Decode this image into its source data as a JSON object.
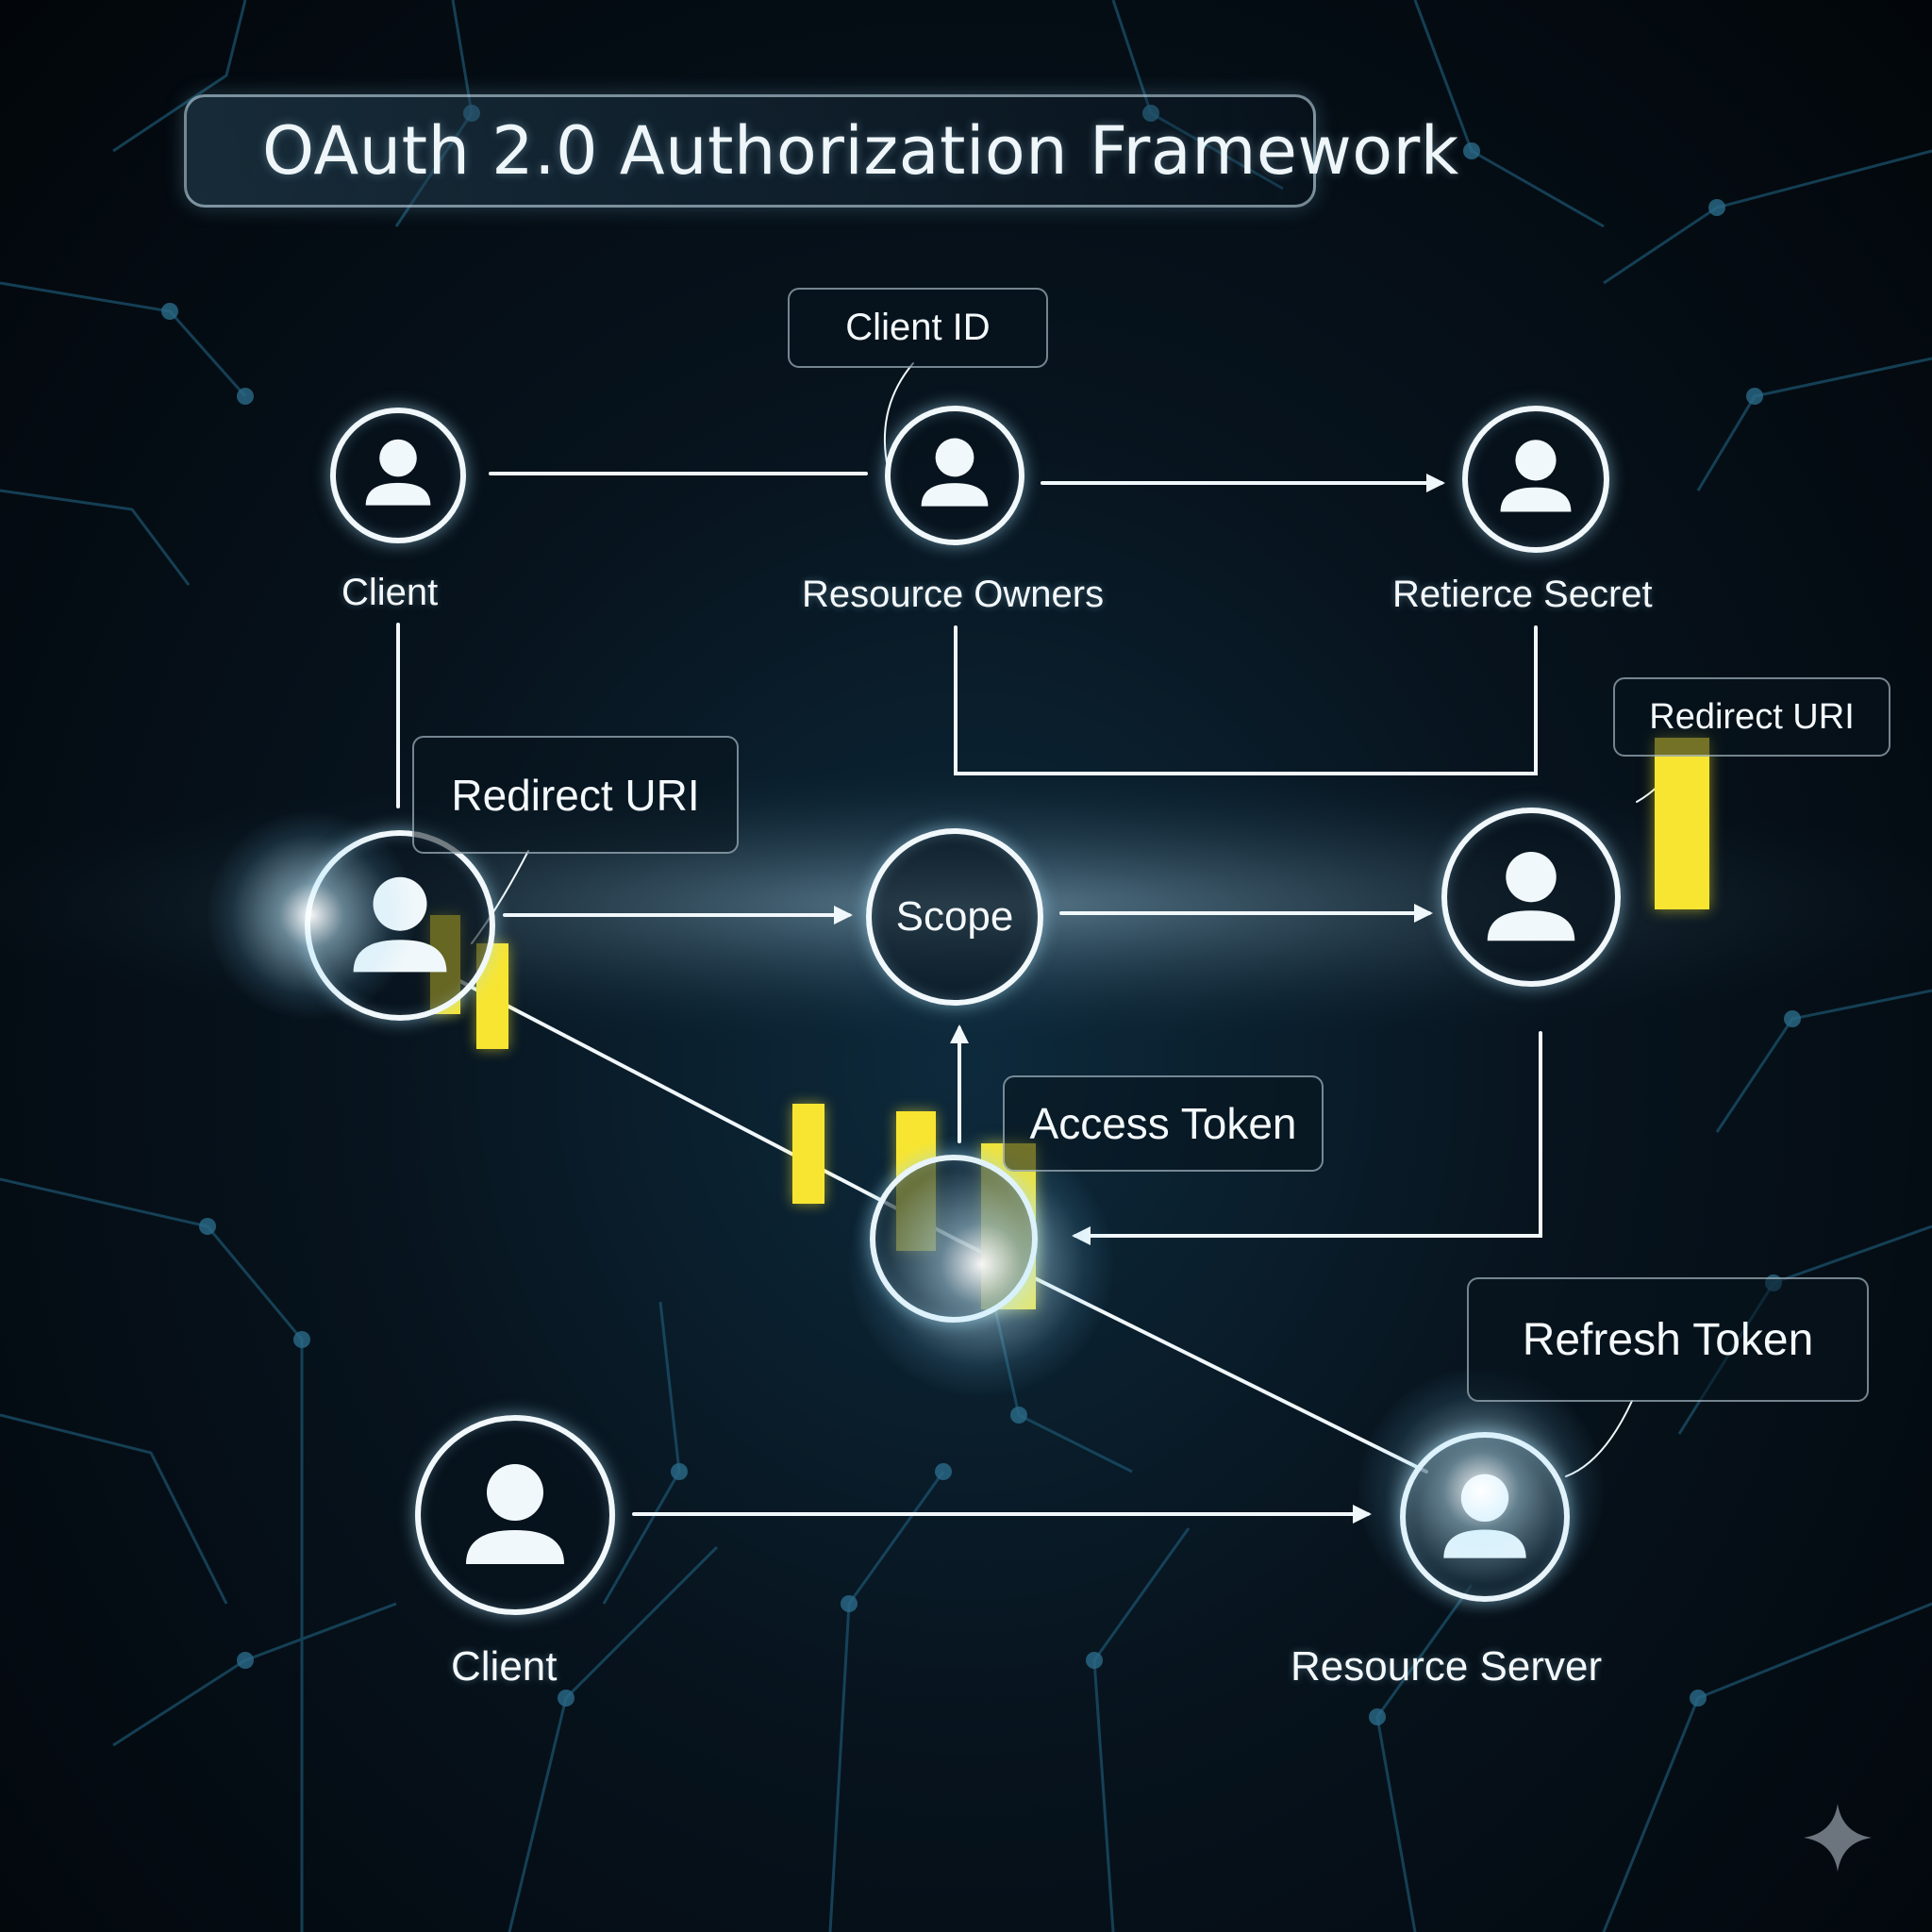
{
  "title": "OAuth 2.0  Authorization Framework",
  "nodes": {
    "client_top": "Client",
    "resource_owners": "Resource Owners",
    "retierce_secret": "Retierce Secret",
    "scope": "Scope",
    "client_bottom": "Client",
    "resource_server": "Resource Server"
  },
  "callouts": {
    "client_id": "Client ID",
    "redirect_uri_left": "Redirect URI",
    "redirect_uri_right": "Redirect URI",
    "access_token": "Access Token",
    "refresh_token": "Refresh Token"
  },
  "colors": {
    "line": "#f1f8fb",
    "accent_yellow": "#f7e531",
    "background": "#050d14",
    "circuit": "#1c5570"
  },
  "icons": [
    "user-icon",
    "arrow-icon",
    "sparkle-icon"
  ]
}
